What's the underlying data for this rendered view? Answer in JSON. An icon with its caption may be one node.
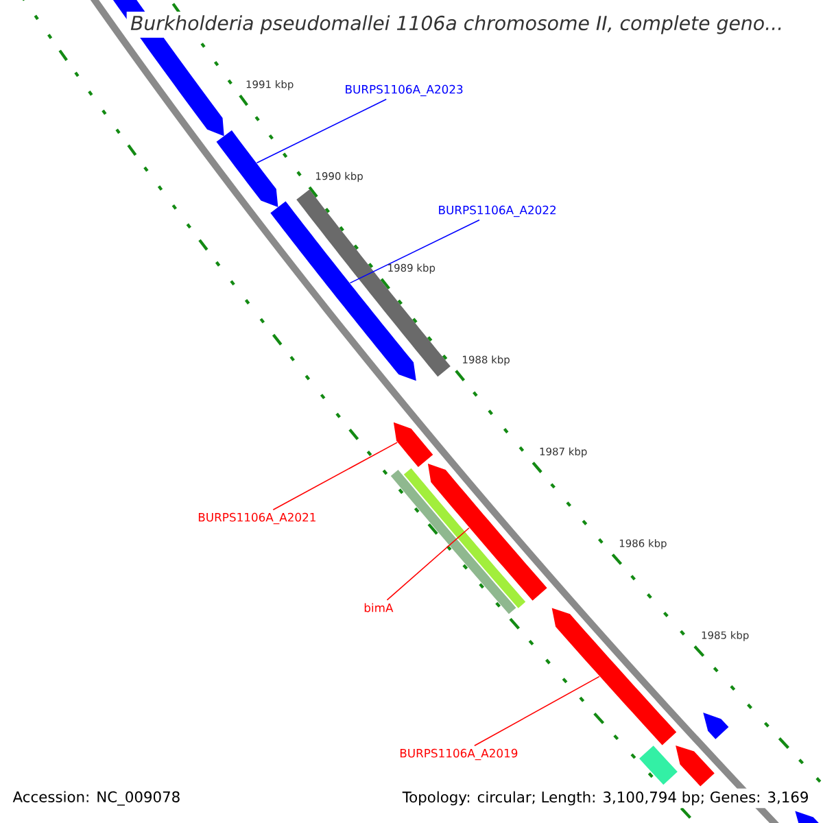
{
  "diagram": {
    "title": "Burkholderia pseudomallei 1106a chromosome II, complete geno...",
    "nodes": [
      {
        "text": [
          "BURPS1106A_A2023"
        ]
      },
      {
        "text": [],
        "shape": "arrow"
      },
      {
        "text": [
          "BURPS1106A_A2022"
        ]
      },
      {
        "text": [],
        "shape": "arrow"
      },
      {
        "text": [
          "BURPS1106A_A2021"
        ]
      },
      {
        "text": [],
        "shape": "arrow"
      },
      {
        "text": [
          "bimA"
        ]
      },
      {
        "text": [],
        "shape": "arrow"
      },
      {
        "text": [
          "BURPS1106A_A2019"
        ]
      },
      {
        "text": [],
        "shape": "arrow"
      },
      {
        "text": [],
        "shape": "arrow"
      },
      {
        "text": [],
        "shape": "bar"
      },
      {
        "text": [],
        "shape": "bar"
      },
      {
        "text": [],
        "shape": "bar"
      },
      {
        "text": [],
        "shape": "bar"
      },
      {
        "text": [],
        "shape": "arrow"
      },
      {
        "text": [],
        "shape": "arrow"
      },
      {
        "text": [],
        "shape": "arrow"
      }
    ],
    "edges": [
      {
        "from": 0,
        "to": 1,
        "arrow": "none",
        "color": "#0000ff"
      },
      {
        "from": 2,
        "to": 3,
        "arrow": "none",
        "color": "#0000ff"
      },
      {
        "from": 4,
        "to": 5,
        "arrow": "none"
      },
      {
        "from": 6,
        "to": 7,
        "arrow": "none"
      },
      {
        "from": 8,
        "to": 9,
        "arrow": "none"
      }
    ],
    "labels": [
      "1991 kbp",
      "1990 kbp",
      "1989 kbp",
      "1988 kbp",
      "1987 kbp",
      "1986 kbp",
      "1985 kbp",
      "Accession: NC_009078",
      "Topology: circular; Length: 3,100,794 bp; Genes: 3,169"
    ]
  }
}
